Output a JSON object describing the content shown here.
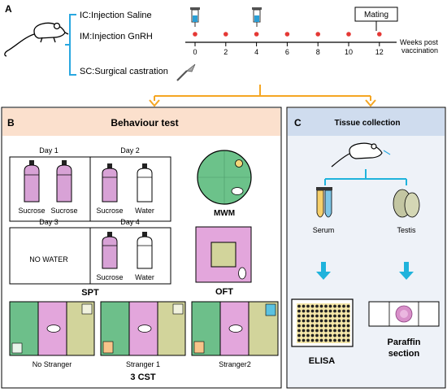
{
  "panel_a": {
    "letter": "A",
    "groups": [
      "IC:Injection Saline",
      "IM:Injection GnRH",
      "SC:Surgical castration"
    ],
    "mating_label": "Mating",
    "axis_label_line1": "Weeks post",
    "axis_label_line2": "vaccination",
    "ticks": [
      "0",
      "2",
      "4",
      "6",
      "8",
      "10",
      "12"
    ]
  },
  "panel_b": {
    "letter": "B",
    "title": "Behaviour test",
    "spt": {
      "day1": "Day 1",
      "day2": "Day 2",
      "day3": "Day 3",
      "day4": "Day 4",
      "sucrose": "Sucrose",
      "water": "Water",
      "no_water": "NO WATER",
      "label": "SPT"
    },
    "mwm_label": "MWM",
    "oft_label": "OFT",
    "cst": {
      "no_stranger": "No Stranger",
      "stranger1": "Stranger 1",
      "stranger2": "Stranger2",
      "label": "3 CST"
    }
  },
  "panel_c": {
    "letter": "C",
    "title": "Tissue collection",
    "serum": "Serum",
    "testis": "Testis",
    "elisa": "ELISA",
    "paraffin_line1": "Paraffin",
    "paraffin_line2": "section"
  },
  "colors": {
    "panel_b_header": "#fbe0cd",
    "panel_c_header": "#cfdcee",
    "panel_c_body": "#eef2f8",
    "bottle_fill": "#d8a2d6",
    "timeline_dot": "#e53935",
    "arrow_orange": "#f5a623",
    "arrow_cyan": "#1fb3dc",
    "bracket_blue": "#29a7e0",
    "maze_green": "#6cc28a",
    "box_pink": "#e3a6dc",
    "box_olive": "#d2d49b",
    "box_green": "#6dbf8a"
  }
}
